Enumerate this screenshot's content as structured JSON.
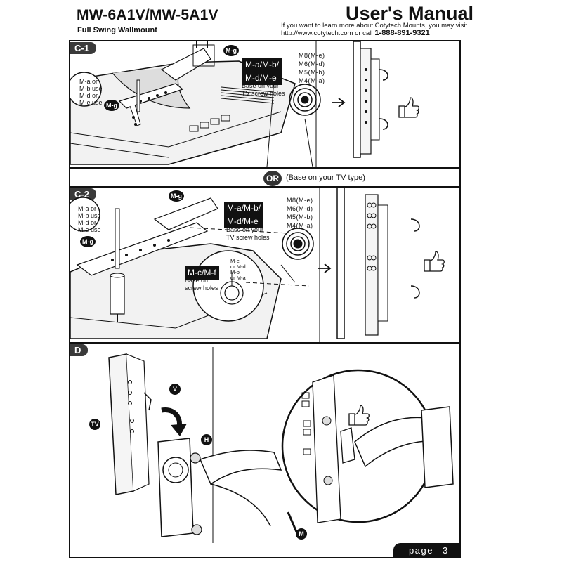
{
  "header": {
    "model": "MW-6A1V/MW-5A1V",
    "subtitle": "Full Swing Wallmount",
    "manual_title": "User's Manual",
    "info_line1": "If you want to learn more about Cotytech Mounts, you may visit",
    "info_line2": "http://www.cotytech.com or call",
    "phone": "1-888-891-9321"
  },
  "section_c1": {
    "tab": "C-1",
    "bolt_label_1": "M-a/M-b/",
    "bolt_label_2": "M-d/M-e",
    "base_note_1": "Base on your",
    "base_note_2": "TV screw holes",
    "washer_label_1": "M-a or",
    "washer_label_2": "M-b use",
    "washer_label_3": "M-d or",
    "washer_label_4": "M-e use",
    "badge_mg_top": "M-g",
    "badge_mg_left": "M-g",
    "sizes": [
      "M8(M-e)",
      "M6(M-d)",
      "M5(M-b)",
      "M4(M-a)"
    ]
  },
  "divider": {
    "or_badge": "OR",
    "or_text": "(Base on your TV type)"
  },
  "section_c2": {
    "tab": "C-2",
    "bolt_label_1": "M-a/M-b/",
    "bolt_label_2": "M-d/M-e",
    "base_note_1": "Base on your",
    "base_note_2": "TV screw holes",
    "washer_label_1": "M-a or",
    "washer_label_2": "M-b use",
    "washer_label_3": "M-d or",
    "washer_label_4": "M-e use",
    "badge_mg_top": "M-g",
    "badge_mg_left": "M-g",
    "spacer_label": "M-c/M-f",
    "spacer_note_1": "Base on",
    "spacer_note_2": "screw holes",
    "spacer_opts": [
      "M-e",
      "or M-d",
      "M-b",
      "or M-a"
    ],
    "sizes": [
      "M8(M-e)",
      "M6(M-d)",
      "M5(M-b)",
      "M4(M-a)"
    ]
  },
  "section_d": {
    "tab": "D",
    "badge_tv": "TV",
    "badge_v": "V",
    "badge_h": "H",
    "badge_m": "M"
  },
  "footer": {
    "page_label": "page",
    "page_number": "3"
  }
}
